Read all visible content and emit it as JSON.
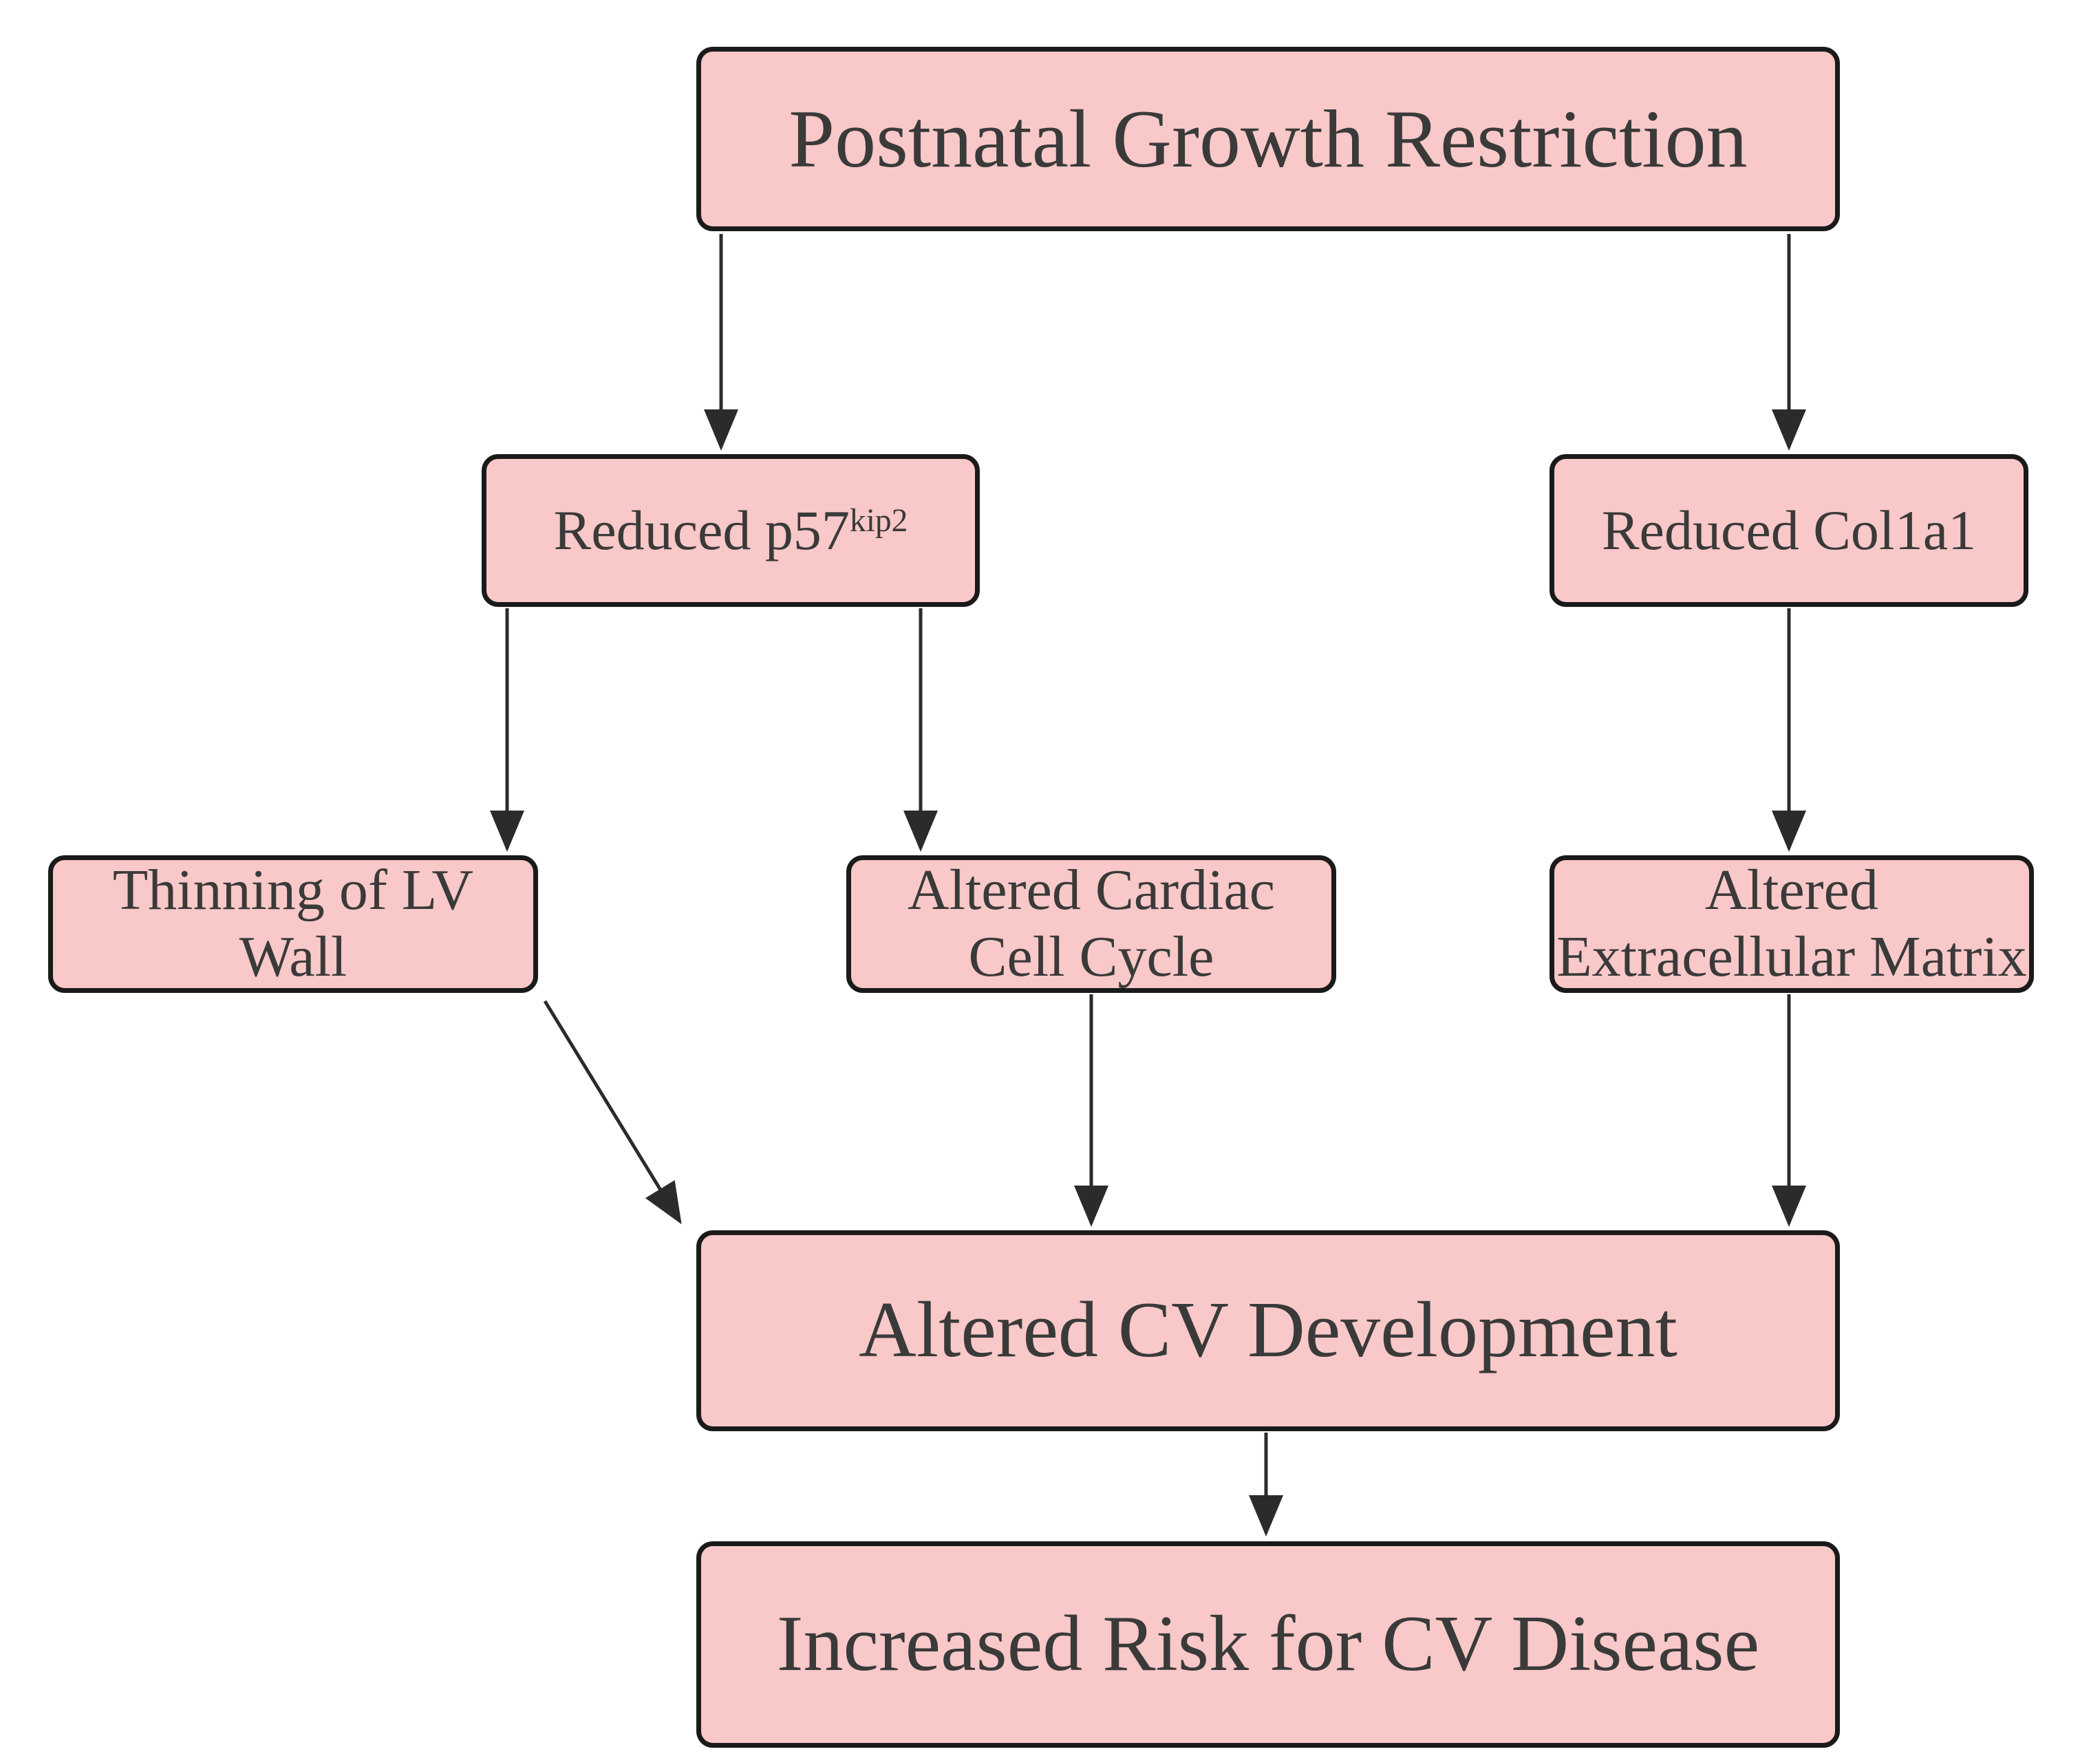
{
  "diagram": {
    "title": "Postnatal growth restriction cardiovascular flowchart",
    "background_color": "#ffffff",
    "node_fill_color": "#f9c8c8",
    "node_border_color": "#1a1a1a",
    "arrow_color": "#2b2b2b",
    "text_color": "#3a3a3a"
  },
  "nodes": {
    "postnatal": {
      "label": "Postnatal Growth Restriction"
    },
    "p57": {
      "label": "Reduced p57",
      "superscript": "kip2"
    },
    "col1a1": {
      "label": "Reduced Col1a1"
    },
    "thinning": {
      "lines": [
        "Thinning of LV",
        "Wall"
      ]
    },
    "cardiac": {
      "lines": [
        "Altered Cardiac",
        "Cell Cycle"
      ]
    },
    "ecm": {
      "lines": [
        "Altered",
        "Extracellular Matrix"
      ]
    },
    "cvdev": {
      "label": "Altered CV Development"
    },
    "risk": {
      "label": "Increased Risk for CV Disease"
    }
  },
  "edges": [
    {
      "from": "Postnatal Growth Restriction",
      "to": "Reduced p57kip2"
    },
    {
      "from": "Postnatal Growth Restriction",
      "to": "Reduced Col1a1"
    },
    {
      "from": "Reduced p57kip2",
      "to": "Thinning of LV Wall"
    },
    {
      "from": "Reduced p57kip2",
      "to": "Altered Cardiac Cell Cycle"
    },
    {
      "from": "Reduced Col1a1",
      "to": "Altered Extracellular Matrix"
    },
    {
      "from": "Thinning of LV Wall",
      "to": "Altered CV Development"
    },
    {
      "from": "Altered Cardiac Cell Cycle",
      "to": "Altered CV Development"
    },
    {
      "from": "Altered Extracellular Matrix",
      "to": "Altered CV Development"
    },
    {
      "from": "Altered CV Development",
      "to": "Increased Risk for CV Disease"
    }
  ]
}
